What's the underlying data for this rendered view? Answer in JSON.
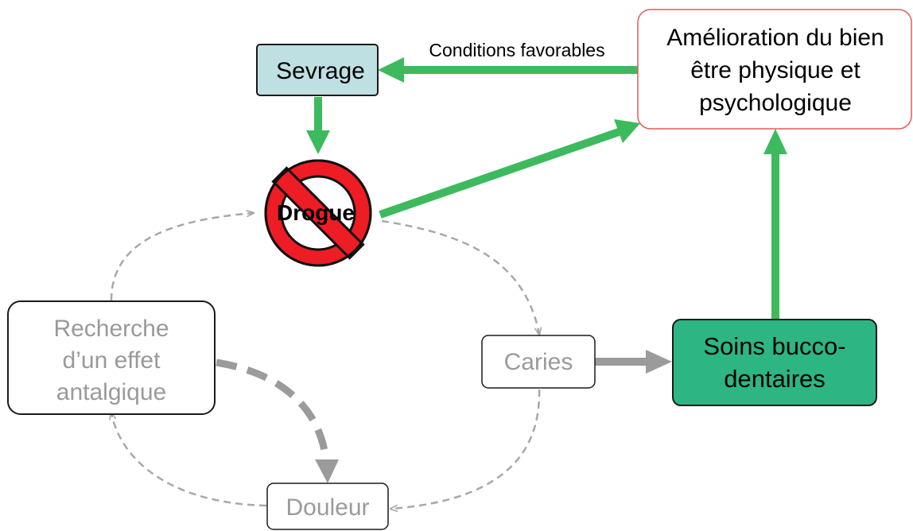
{
  "nodes": {
    "sevrage": {
      "label": "Sevrage"
    },
    "amelioration": {
      "lines": [
        "Amélioration du bien",
        "être physique et",
        "psychologique"
      ]
    },
    "drogue": {
      "label": "Drogue"
    },
    "recherche": {
      "lines": [
        "Recherche",
        "d’un effet",
        "antalgique"
      ]
    },
    "caries": {
      "label": "Caries"
    },
    "soins": {
      "lines": [
        "Soins bucco-",
        "dentaires"
      ]
    },
    "douleur": {
      "label": "Douleur"
    }
  },
  "edges": {
    "amelioration_to_sevrage": {
      "label": "Conditions favorables"
    }
  },
  "colors": {
    "green_arrow": "#3dba5e",
    "grey_arrow": "#9b9b9b",
    "dashed_grey": "#a8a8a8",
    "sevrage_fill": "#bfe0e3",
    "soins_fill": "#2db584",
    "amelioration_border": "#e25b5b",
    "no_sign_red": "#ee1c24"
  }
}
